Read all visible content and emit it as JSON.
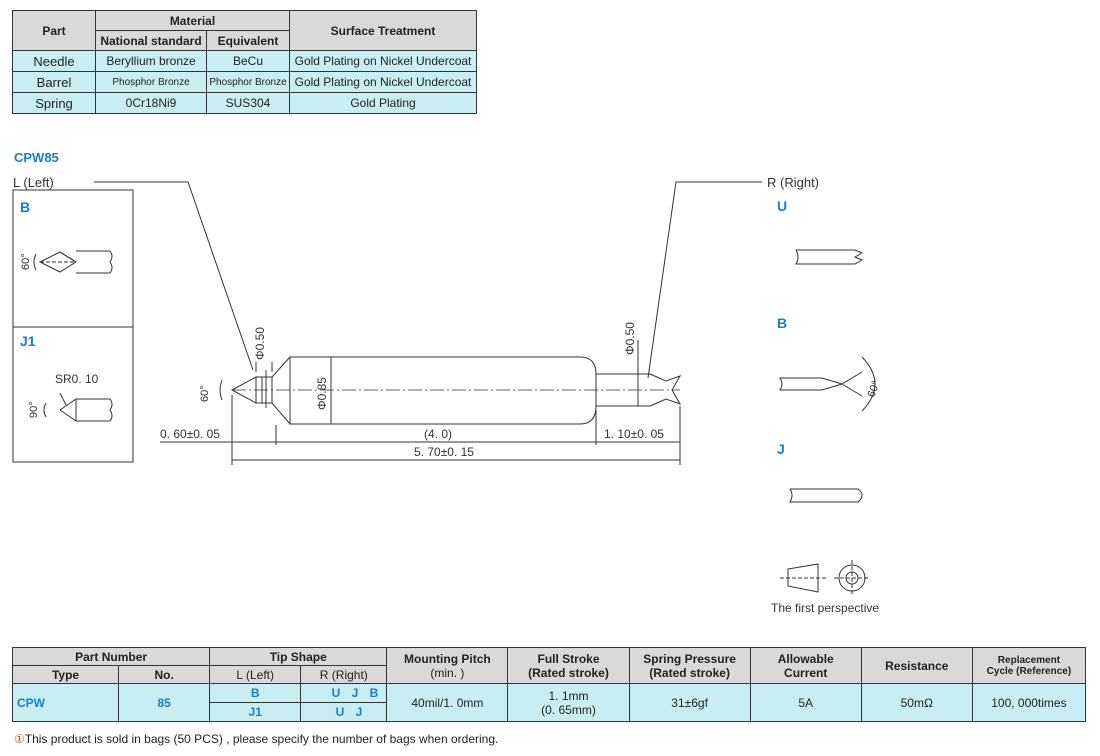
{
  "material_table": {
    "headers": {
      "part": "Part",
      "material": "Material",
      "national_standard": "National standard",
      "equivalent": "Equivalent",
      "surface_treatment": "Surface Treatment"
    },
    "rows": [
      {
        "part": "Needle",
        "national": "Beryllium bronze",
        "equivalent": "BeCu",
        "surface": "Gold Plating on Nickel Undercoat"
      },
      {
        "part": "Barrel",
        "national": "Phosphor Bronze",
        "equivalent": "Phosphor Bronze",
        "surface": "Gold Plating on Nickel Undercoat"
      },
      {
        "part": "Spring",
        "national": "0Cr18Ni9",
        "equivalent": "SUS304",
        "surface": "Gold Plating"
      }
    ]
  },
  "drawing": {
    "model": "CPW85",
    "left_label": "L (Left)",
    "right_label": "R (Right)",
    "left_tips": [
      {
        "code": "B",
        "angle": "60°"
      },
      {
        "code": "J1",
        "angle": "90°",
        "radius": "SR0. 10"
      }
    ],
    "right_tips": [
      "U",
      "B",
      "J"
    ],
    "right_b_angle": "60°",
    "tip_angle": "60°",
    "dims": {
      "left_tip_dia": "Φ0.50",
      "barrel_dia": "Φ0.85",
      "right_tip_dia": "Φ0.50",
      "left_len": "0. 60±0. 05",
      "mid_len": "(4. 0)",
      "right_len": "1. 10±0. 05",
      "total_len": "5. 70±0. 15"
    },
    "perspective_label": "The first perspective"
  },
  "part_table": {
    "headers": {
      "part_number": "Part Number",
      "type": "Type",
      "no": "No.",
      "tip_shape": "Tip Shape",
      "left": "L (Left)",
      "right": "R (Right)",
      "pitch": "Mounting Pitch",
      "pitch_sub": "(min. )",
      "full_stroke": "Full Stroke",
      "rated_stroke": "(Rated stroke)",
      "spring_pressure": "Spring Pressure",
      "spring_sub": "(Rated stroke)",
      "allowable": "Allowable",
      "current": "Current",
      "resistance": "Resistance",
      "replacement": "Replacement",
      "cycle": "Cycle (Reference)"
    },
    "row": {
      "type": "CPW",
      "no": "85",
      "left_tips": [
        "B",
        "J1"
      ],
      "right_tips": [
        "U J B",
        "U J"
      ],
      "pitch": "40mil/1. 0mm",
      "stroke": "1. 1mm",
      "stroke_rated": "(0. 65mm)",
      "pressure": "31±6gf",
      "current": "5A",
      "resistance": "50mΩ",
      "cycle": "100, 000times"
    }
  },
  "note": {
    "marker": "①",
    "text": "This product is sold in bags (50 PCS) , please specify the number of bags when ordering."
  }
}
